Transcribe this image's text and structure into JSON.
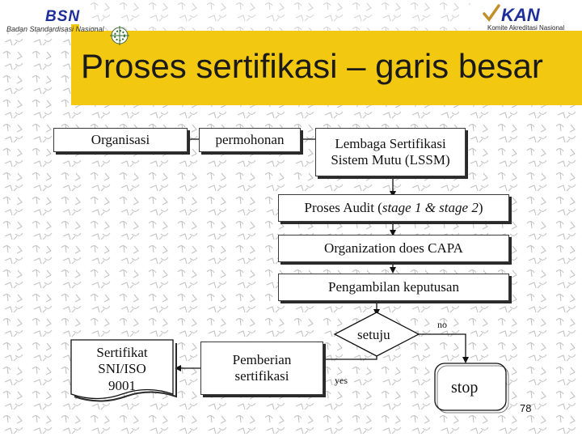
{
  "header": {
    "bsn_logo": "BSN",
    "bsn_caption": "Badan Standardisasi Nasional",
    "kan_logo": "KAN",
    "kan_caption": "Komite Akreditasi Nasional",
    "title": "Proses sertifikasi – garis besar"
  },
  "flow": {
    "organisasi": "Organisasi",
    "permohonan": "permohonan",
    "lssm_line1": "Lembaga Sertifikasi",
    "lssm_line2": "Sistem Mutu (LSSM)",
    "audit_prefix": "Proses Audit (",
    "audit_italic": "stage 1 & stage 2",
    "audit_suffix": ")",
    "capa": "Organization does CAPA",
    "keputusan": "Pengambilan keputusan",
    "setuju": "setuju",
    "no": "no",
    "yes": "yes",
    "stop": "stop",
    "pemberian_line1": "Pemberian",
    "pemberian_line2": "sertifikasi",
    "sertifikat_line1": "Sertifikat",
    "sertifikat_line2": "SNI/ISO",
    "sertifikat_line3": "9001"
  },
  "page_number": "78",
  "colors": {
    "banner": "#f2c810",
    "pattern": "#b9b9b9",
    "logo_blue": "#1f2f9a"
  }
}
